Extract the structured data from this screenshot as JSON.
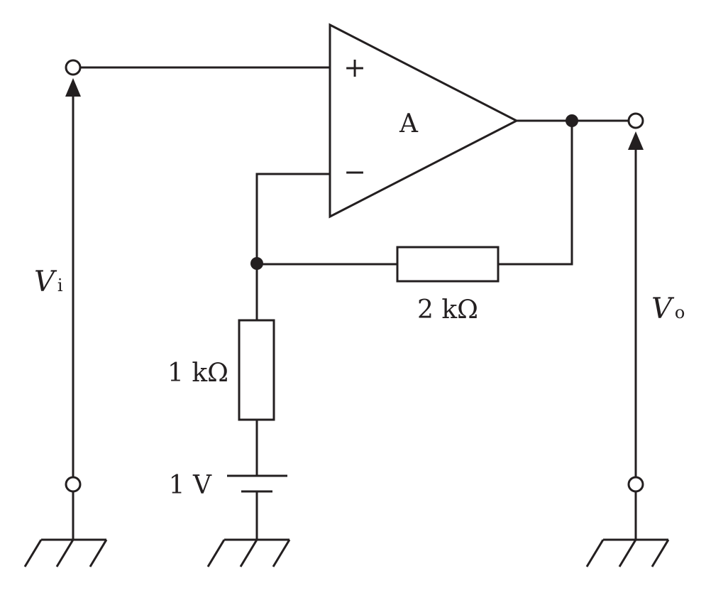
{
  "amp": {
    "label": "A",
    "plus": "+",
    "minus": "−"
  },
  "inputs": {
    "vi_symbol": "V",
    "vi_sub": "i",
    "vo_symbol": "V",
    "vo_sub": "o"
  },
  "components": {
    "r_feedback": "2 kΩ",
    "r_ground": "1 kΩ",
    "battery": "1 V"
  },
  "colors": {
    "line": "#231f20",
    "background": "#ffffff"
  }
}
